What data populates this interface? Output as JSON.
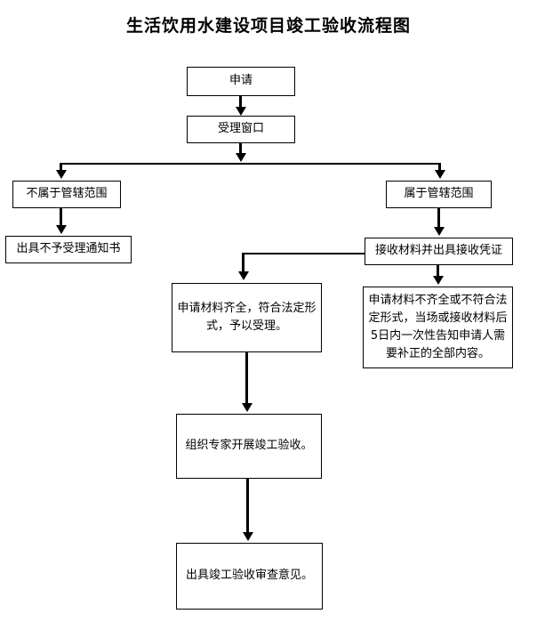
{
  "document": {
    "title": "生活饮用水建设项目竣工验收流程图"
  },
  "flowchart": {
    "type": "flowchart",
    "orientation": "top-down",
    "nodes": [
      {
        "id": "apply",
        "label": "申请"
      },
      {
        "id": "window",
        "label": "受理窗口"
      },
      {
        "id": "not_jurisdiction",
        "label": "不属于管辖范围"
      },
      {
        "id": "reject_notice",
        "label": "出具不予受理通知书"
      },
      {
        "id": "in_jurisdiction",
        "label": "属于管辖范围"
      },
      {
        "id": "receive",
        "label": "接收材料并出具接收凭证"
      },
      {
        "id": "complete",
        "label": "申请材料齐全，符合法定形式，予以受理。"
      },
      {
        "id": "incomplete",
        "label": "申请材料不齐全或不符合法定形式，当场或接收材料后5日内一次性告知申请人需要补正的全部内容。"
      },
      {
        "id": "experts",
        "label": "组织专家开展竣工验收。"
      },
      {
        "id": "opinion",
        "label": "出具竣工验收审查意见。"
      }
    ],
    "edges": [
      {
        "from": "apply",
        "to": "window"
      },
      {
        "from": "window",
        "to": "not_jurisdiction"
      },
      {
        "from": "window",
        "to": "in_jurisdiction"
      },
      {
        "from": "not_jurisdiction",
        "to": "reject_notice"
      },
      {
        "from": "in_jurisdiction",
        "to": "receive"
      },
      {
        "from": "receive",
        "to": "complete"
      },
      {
        "from": "receive",
        "to": "incomplete"
      },
      {
        "from": "complete",
        "to": "experts"
      },
      {
        "from": "experts",
        "to": "opinion"
      }
    ]
  },
  "colors": {
    "background": "#ffffff",
    "stroke": "#000000",
    "text": "#000000"
  }
}
